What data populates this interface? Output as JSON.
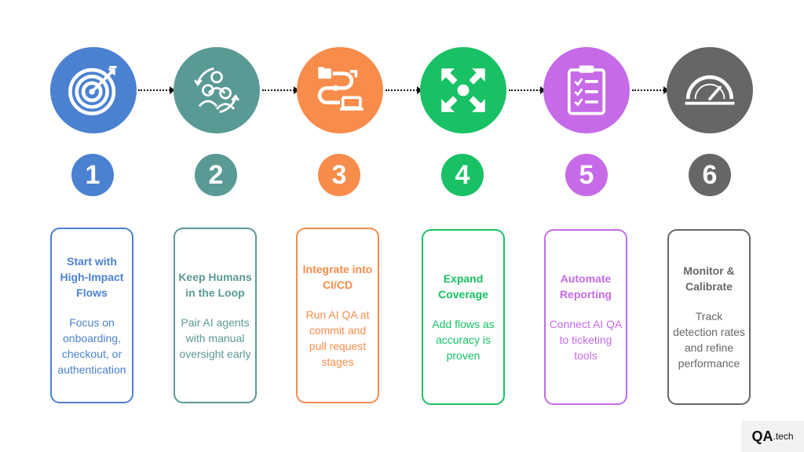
{
  "steps": [
    {
      "number": "1",
      "title": "Start with High-Impact Flows",
      "description": "Focus on onboarding, checkout, or authentication",
      "icon": "target-icon",
      "color": "#4a81d0"
    },
    {
      "number": "2",
      "title": "Keep Humans in the Loop",
      "description": "Pair AI agents with manual oversight early",
      "icon": "people-cycle-icon",
      "color": "#5a9a95"
    },
    {
      "number": "3",
      "title": "Integrate into CI/CD",
      "description": "Run AI QA at commit and pull request stages",
      "icon": "workflow-icon",
      "color": "#f78c4b"
    },
    {
      "number": "4",
      "title": "Expand Coverage",
      "description": "Add flows as accuracy is proven",
      "icon": "expand-arrows-icon",
      "color": "#17c164"
    },
    {
      "number": "5",
      "title": "Automate Reporting",
      "description": "Connect AI QA to ticketing tools",
      "icon": "clipboard-checklist-icon",
      "color": "#c66ae8"
    },
    {
      "number": "6",
      "title": "Monitor & Calibrate",
      "description": "Track detection rates and refine performance",
      "icon": "gauge-icon",
      "color": "#666666"
    }
  ],
  "brand": {
    "main": "QA",
    "suffix": ".tech"
  }
}
